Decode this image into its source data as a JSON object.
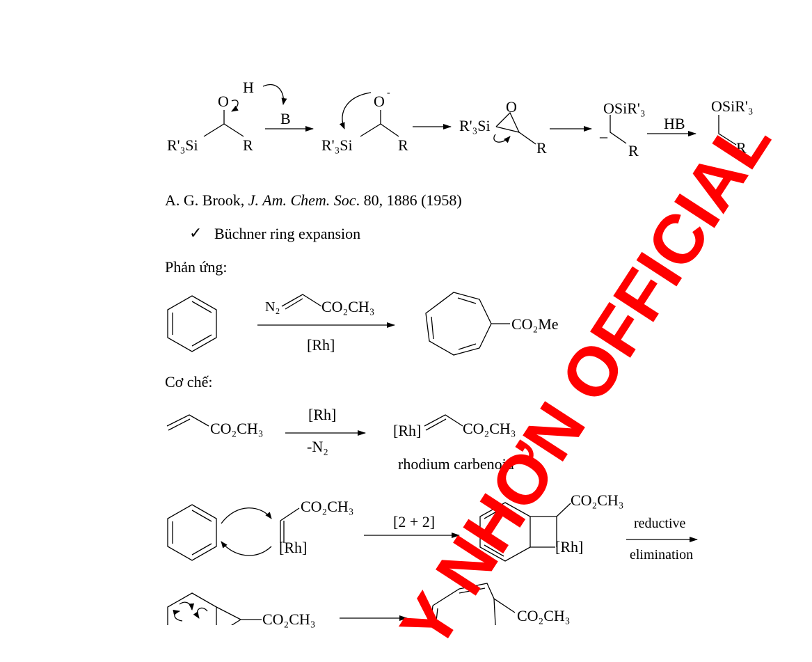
{
  "brook": {
    "labels": {
      "O1": "O",
      "H1": "H",
      "B1": "B",
      "R3Si_1": "R'₃Si",
      "R_1": "R",
      "Ominus": "O",
      "minus_sup": "-",
      "R3Si_2": "R'₃Si",
      "R_2": "R",
      "R3Si_3": "R'₃Si",
      "O3": "O",
      "R_3": "R",
      "OSiR3_4": "OSiR'₃",
      "minus_4": "–",
      "R_4": "R",
      "HB": "HB",
      "OSiR3_5": "OSiR'₃",
      "R_5": "R"
    },
    "citation": {
      "author": "A. G. Brook, ",
      "journal": "J. Am. Chem. Soc",
      "rest": ". 80, 1886 (1958)"
    }
  },
  "buchner": {
    "check_mark": "✓",
    "title": "Büchner ring expansion",
    "reaction_label": "Phản ứng:",
    "reagent_N2": "N₂",
    "reagent_ester": "CO₂CH₃",
    "catalyst": "[Rh]",
    "product_group": "CO₂Me"
  },
  "mechanism": {
    "label": "Cơ chế:",
    "acrylate_ester": "CO₂CH₃",
    "step1_top": "[Rh]",
    "step1_bottom": "-N₂",
    "carbenoid_rh": "[Rh]",
    "carbenoid_ester": "CO₂CH₃",
    "carbenoid_name": "rhodium carbenoid",
    "step2_ester": "CO₂CH₃",
    "step2_rh": "[Rh]",
    "step2_arrow": "[2 + 2]",
    "cyclo_ester": "CO₂CH₃",
    "cyclo_rh": "[Rh]",
    "reductive_1": "reductive",
    "reductive_2": "elimination",
    "step3_ester": "CO₂CH₃",
    "step3_product_ester": "CO₂CH₃"
  },
  "watermark": {
    "text": "Y NHƠN OFFICIAL",
    "color": "#ff0000"
  }
}
